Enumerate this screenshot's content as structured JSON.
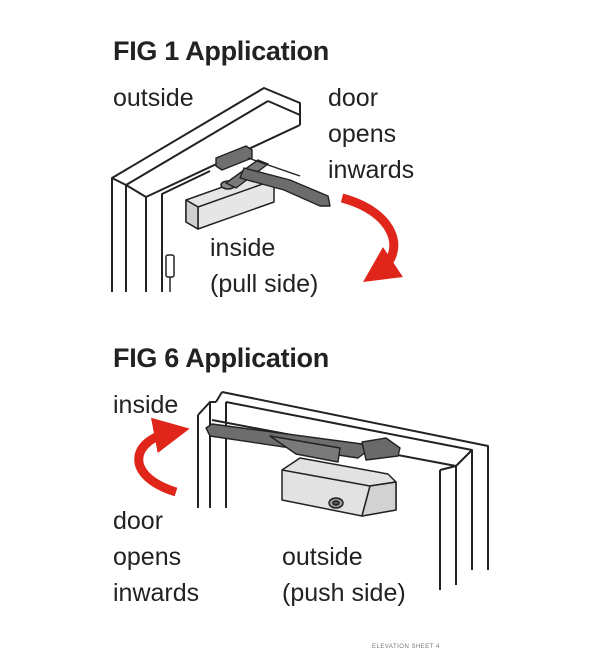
{
  "fig1": {
    "title": "FIG 1 Application",
    "outside_label": "outside",
    "door_label": [
      "door",
      "opens",
      "inwards"
    ],
    "inside_label": [
      "inside",
      "(pull side)"
    ]
  },
  "fig6": {
    "title": "FIG 6 Application",
    "inside_label": "inside",
    "door_label": [
      "door",
      "opens",
      "inwards"
    ],
    "outside_label": [
      "outside",
      "(push side)"
    ]
  },
  "footer": "ELEVATION SHEET 4",
  "colors": {
    "arrow": "#e0251b",
    "ink": "#222222",
    "closer_dark": "#6f6f6f",
    "closer_light": "#e2e2e2"
  }
}
